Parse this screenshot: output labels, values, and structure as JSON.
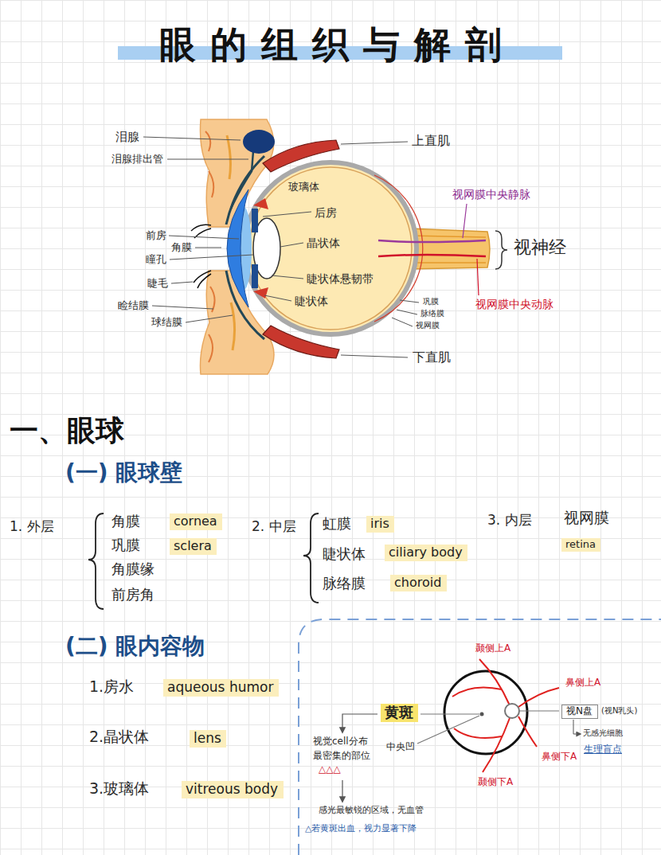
{
  "diagram": {
    "title": "眼的组织与解剖",
    "nodes": [
      {
        "text": [
          "cornea"
        ]
      },
      {
        "text": [
          "sclera"
        ]
      },
      {
        "text": [
          "iris"
        ]
      },
      {
        "text": [
          "ciliary body"
        ]
      },
      {
        "text": [
          "choroid"
        ]
      },
      {
        "text": [
          "retina"
        ]
      },
      {
        "text": [
          "aqueous humor"
        ]
      },
      {
        "text": [
          "lens"
        ]
      },
      {
        "text": [
          "vitreous body"
        ]
      },
      {
        "text": [
          "黄斑"
        ]
      },
      {
        "text": [
          "视N盘"
        ]
      }
    ],
    "labels": [
      "泪腺",
      "泪腺排出管",
      "前房",
      "角膜",
      "瞳孔",
      "睫毛",
      "睑结膜",
      "球结膜",
      "玻璃体",
      "后房",
      "晶状体",
      "睫状体悬韧带",
      "睫状体",
      "上直肌",
      "视网膜中央静脉",
      "视神经",
      "视网膜中央动脉",
      "巩膜",
      "脉络膜",
      "视网膜",
      "下直肌",
      "一、眼球",
      "(一) 眼球壁",
      "1. 外层",
      "角膜",
      "巩膜",
      "角膜缘",
      "前房角",
      "2. 中层",
      "虹膜",
      "睫状体",
      "脉络膜",
      "3. 内层",
      "视网膜",
      "(二) 眼内容物",
      "1.房水",
      "2.晶状体",
      "3.玻璃体",
      "颞侧上A",
      "鼻侧上A",
      "(视N乳头)",
      "无感光细胞",
      "生理盲点",
      "鼻侧下A",
      "颞侧下A",
      "视觉cell分布",
      "最密集的部位",
      "△△△",
      "中央凹",
      "感光最敏锐的区域，无血管",
      "△若黄斑出血，视力显著下降"
    ]
  }
}
